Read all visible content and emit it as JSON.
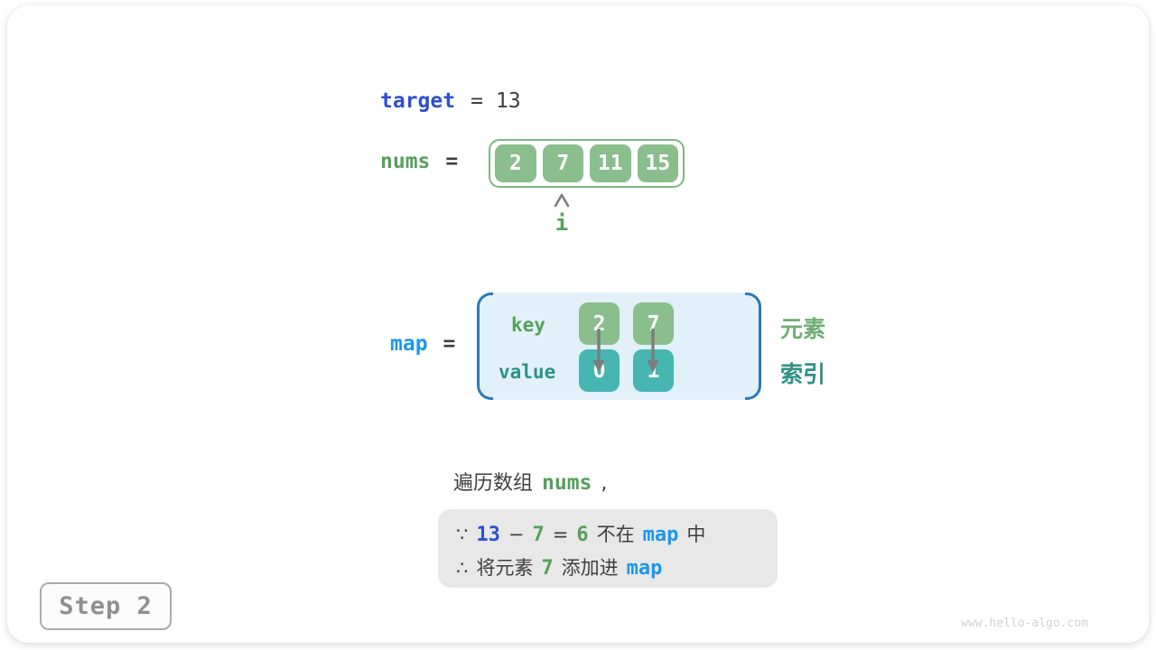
{
  "colors": {
    "royal-blue": "#2c4fd3",
    "bright-blue": "#1b97ee",
    "green-text": "#55a05a",
    "green-box": "#8abe8c",
    "green-border": "#7eb780",
    "green-legend": "#70ae74",
    "teal-text": "#2e9187",
    "teal-box": "#47b6b1",
    "dark-text": "#3f3f3f",
    "gray-arrow": "#7d7d7d",
    "map-bg": "#e2f0f9",
    "map-bracket": "#2a7ab8",
    "note-bg": "#e8e8e8",
    "step-border": "#ababab",
    "step-text": "#8f8f8f",
    "watermark": "#d2d2d2"
  },
  "target": {
    "name": "target",
    "eq": "=",
    "value": "13"
  },
  "nums": {
    "name": "nums",
    "eq": "=",
    "cells": [
      "2",
      "7",
      "11",
      "15"
    ],
    "pointer": "i"
  },
  "map": {
    "name": "map",
    "eq": "=",
    "key_label": "key",
    "value_label": "value",
    "keys": [
      "2",
      "7"
    ],
    "values": [
      "0",
      "1"
    ],
    "legend_keys": "元素",
    "legend_values": "索引"
  },
  "caption": {
    "prefix": "遍历数组",
    "code": "nums",
    "comma": ","
  },
  "note": {
    "line1": {
      "because": "∵",
      "minuend": "13",
      "minus": "−",
      "subtrahend": "7",
      "eq": "=",
      "diff": "6",
      "not_in": "不在",
      "map": "map",
      "suffix": "中"
    },
    "line2": {
      "therefore": "∴",
      "text1": "将元素",
      "num": "7",
      "text2": "添加进",
      "map": "map"
    }
  },
  "step": {
    "label": "Step 2"
  },
  "watermark": "www.hello-algo.com"
}
